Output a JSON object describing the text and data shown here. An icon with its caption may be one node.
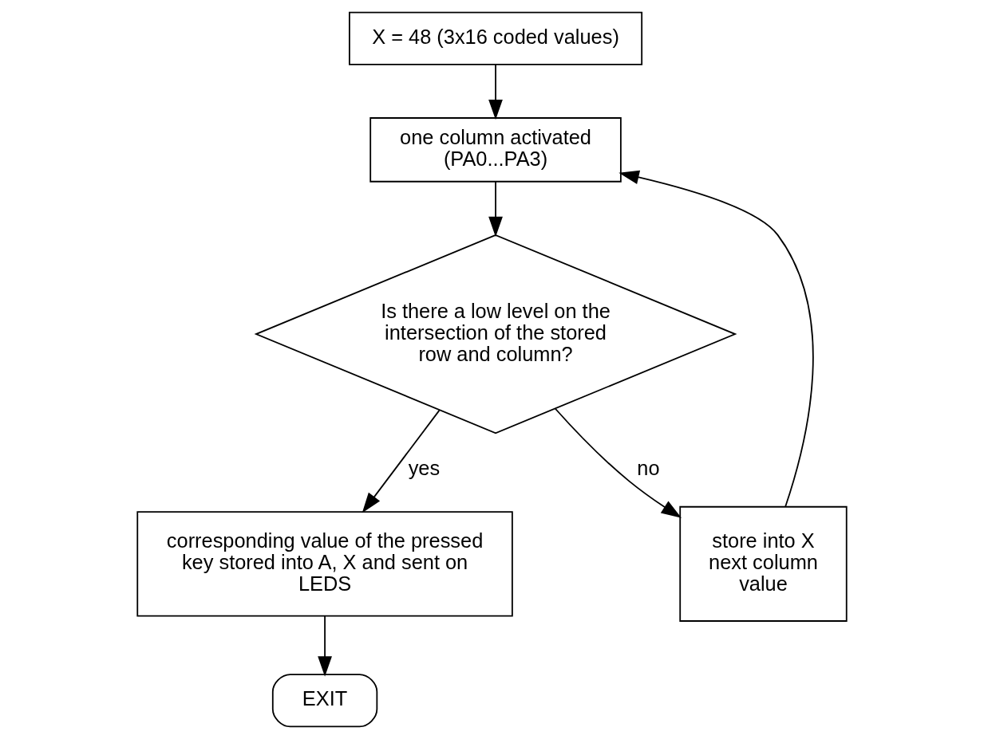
{
  "diagram": {
    "nodes": [
      {
        "text": [
          "X = 48 (3x16 coded values)"
        ]
      },
      {
        "text": [
          "one column activated (PA0...PA3)"
        ]
      },
      {
        "text": [
          "Is there a low level on the intersection of the stored row and column?"
        ]
      },
      {
        "text": [
          "store into X next column value"
        ]
      },
      {
        "text": [
          "corresponding value of the pressed key stored into A, X and sent on LEDS"
        ]
      },
      {
        "text": [
          "EXIT"
        ]
      }
    ],
    "edges": [
      {
        "from": 0,
        "to": 1,
        "arrow": "to"
      },
      {
        "from": 1,
        "to": 2,
        "arrow": "to"
      },
      {
        "from": 2,
        "to": 3,
        "arrow": "to",
        "label": "no"
      },
      {
        "from": 3,
        "to": 1,
        "arrow": "to"
      },
      {
        "from": 2,
        "to": 4,
        "arrow": "to",
        "label": "yes"
      },
      {
        "from": 4,
        "to": 5,
        "arrow": "to"
      }
    ]
  }
}
